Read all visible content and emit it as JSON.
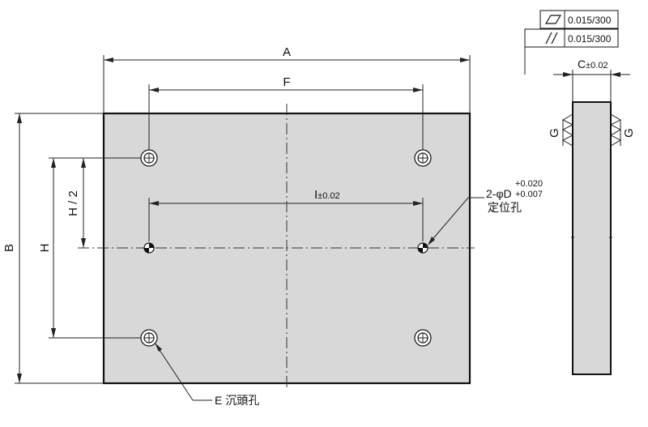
{
  "dimensions": {
    "A": "A",
    "F": "F",
    "I": "I",
    "I_tol": "±0.02",
    "B": "B",
    "H": "H",
    "H_half": "H / 2",
    "C": "C",
    "C_tol": "±0.02",
    "G_left": "G",
    "G_right": "G"
  },
  "callouts": {
    "dowel_prefix": "2-φD",
    "dowel_tol_upper": "+0.020",
    "dowel_tol_lower": "+0.007",
    "dowel_name": "定位孔",
    "counterbore": "E 沉頭孔"
  },
  "tolerance_frame": {
    "rows": [
      {
        "symbol": "flatness-icon",
        "value": "0.015/300"
      },
      {
        "symbol": "parallelism-icon",
        "value": "0.015/300"
      }
    ]
  }
}
